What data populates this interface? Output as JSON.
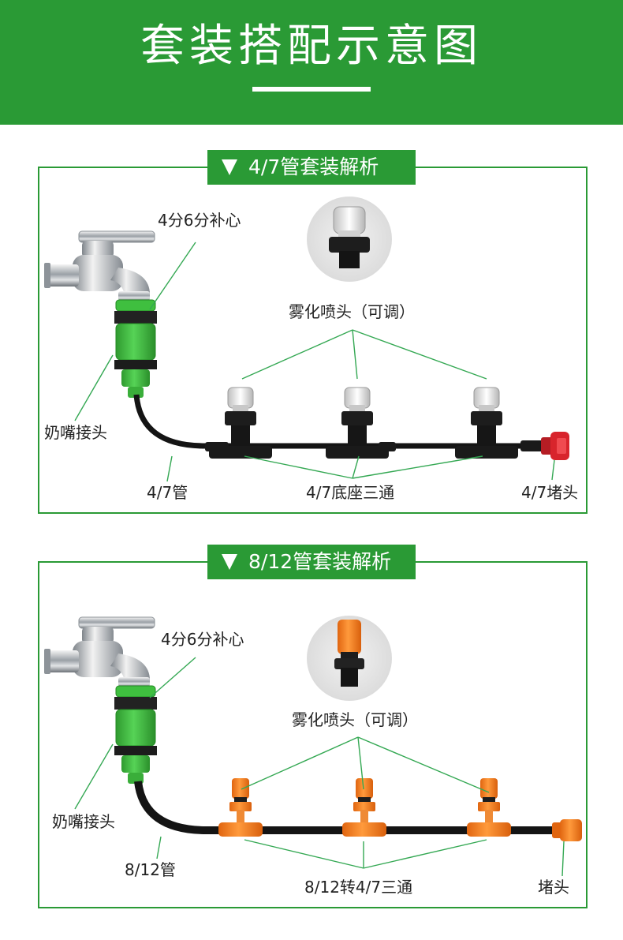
{
  "header": {
    "title": "套装搭配示意图"
  },
  "section1": {
    "tag": "4/7管套装解析",
    "labels": {
      "insert": "4分6分补心",
      "nozzle": "雾化喷头（可调）",
      "connector": "奶嘴接头",
      "pipe": "4/7管",
      "tee": "4/7底座三通",
      "plug": "4/7堵头"
    }
  },
  "section2": {
    "tag": "8/12管套装解析",
    "labels": {
      "insert": "4分6分补心",
      "nozzle": "雾化喷头（可调）",
      "connector": "奶嘴接头",
      "pipe": "8/12管",
      "tee": "8/12转4/7三通",
      "plug": "堵头"
    }
  },
  "colors": {
    "brand_green": "#2a9a35",
    "connector_green": "#3fbf3f",
    "nozzle_orange": "#f07a22",
    "plug_red": "#d8242c",
    "nozzle_white": "#e8e8e8",
    "pipe_black": "#161616"
  },
  "icons": [
    "down-arrow-icon",
    "faucet-icon",
    "mist-nozzle-icon",
    "tee-fitting-icon",
    "end-plug-icon"
  ]
}
